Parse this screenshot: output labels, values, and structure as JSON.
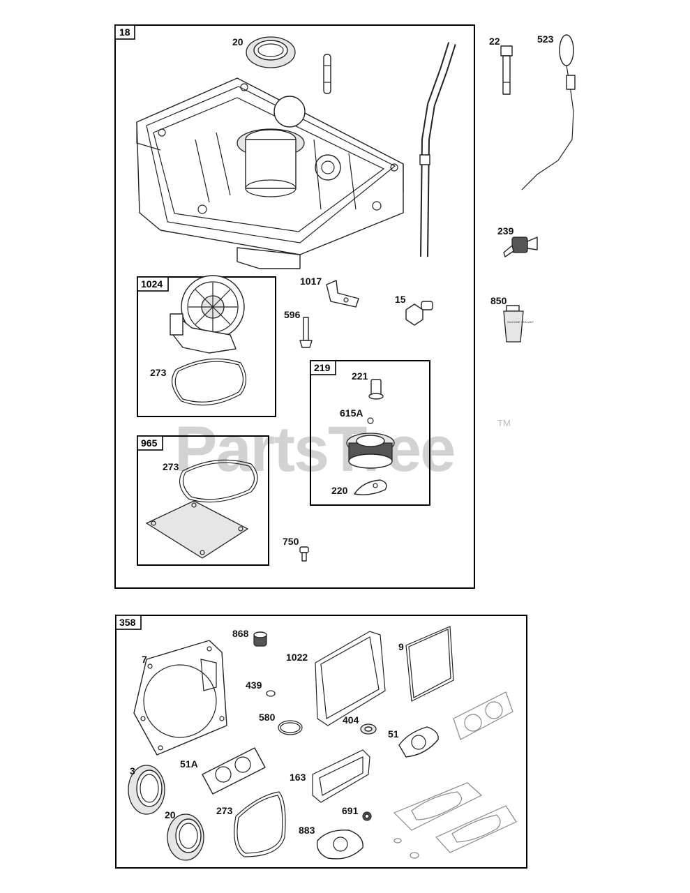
{
  "watermark": {
    "text": "PartsTree",
    "trademark": "TM"
  },
  "upper_group": {
    "assembly_number": "18",
    "callouts": {
      "seal": "20",
      "oil_fill_tube": "",
      "bolt": "22",
      "dipstick": "523",
      "oil_filter_adapter": "239",
      "sealant": "850",
      "clip": "1017",
      "fitting": "15",
      "screw": "596",
      "screw_small": "750"
    },
    "sealant_label": "SILICONE SEALANT",
    "sub_assemblies": [
      {
        "number": "1024",
        "callouts": {
          "gasket": "273"
        }
      },
      {
        "number": "219",
        "callouts": {
          "shaft": "221",
          "washer": "615A",
          "governor_gear": "",
          "plate": "220"
        }
      },
      {
        "number": "965",
        "callouts": {
          "gasket": "273"
        }
      }
    ]
  },
  "gasket_set": {
    "number": "358",
    "callouts": {
      "head_gasket": "7",
      "valve_seal": "868",
      "oring_439": "439",
      "oring_580": "580",
      "cover_gasket": "1022",
      "cover_gasket_9": "9",
      "washer_404": "404",
      "gasket_51": "51",
      "seal_3": "3",
      "gasket_51A": "51A",
      "gasket_163": "163",
      "seal_20": "20",
      "gasket_273": "273",
      "washer_691": "691",
      "gasket_883": "883"
    }
  },
  "colors": {
    "outline": "#000000",
    "watermark": "#d2d2d2"
  }
}
